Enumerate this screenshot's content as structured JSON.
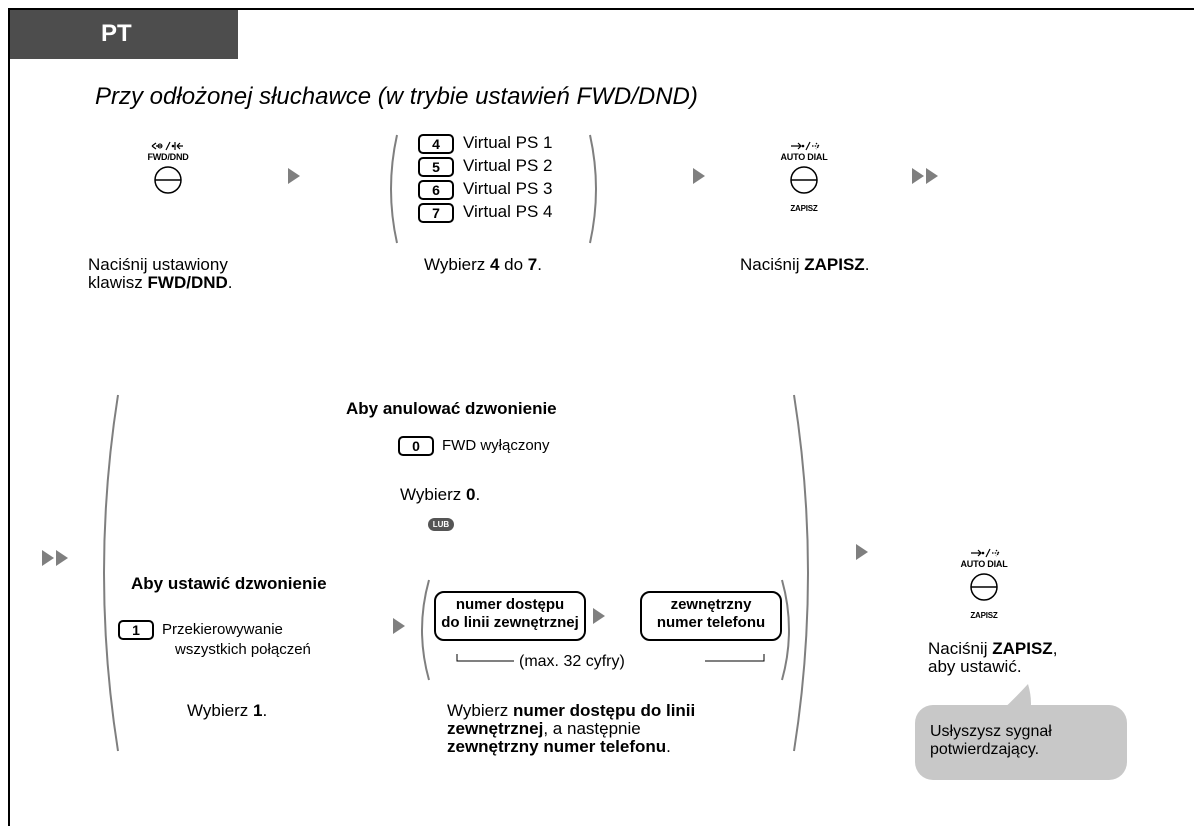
{
  "header": {
    "tab_label": "PT"
  },
  "heading": "Przy odłożonej słuchawce (w trybie ustawień FWD/DND)",
  "step1": {
    "button_icon_label": "FWD/DND",
    "caption_line1": "Naciśnij ustawiony",
    "caption_line2_prefix": "klawisz ",
    "caption_line2_bold": "FWD/DND",
    "caption_line2_suffix": "."
  },
  "step2": {
    "keys": [
      {
        "key": "4",
        "label": "Virtual PS 1"
      },
      {
        "key": "5",
        "label": "Virtual PS 2"
      },
      {
        "key": "6",
        "label": "Virtual PS 3"
      },
      {
        "key": "7",
        "label": "Virtual PS 4"
      }
    ],
    "caption_prefix": "Wybierz ",
    "caption_bold1": "4",
    "caption_mid": " do ",
    "caption_bold2": "7",
    "caption_suffix": "."
  },
  "step3": {
    "button_icon_label": "AUTO DIAL",
    "button_sub_label": "ZAPISZ",
    "caption_prefix": "Naciśnij ",
    "caption_bold": "ZAPISZ",
    "caption_suffix": "."
  },
  "cancel": {
    "title": "Aby anulować dzwonienie",
    "key": "0",
    "key_label": "FWD wyłączony",
    "caption_prefix": "Wybierz ",
    "caption_bold": "0",
    "caption_suffix": ".",
    "or_badge": "LUB"
  },
  "set": {
    "title": "Aby ustawić dzwonienie",
    "key": "1",
    "key_label_line1": "Przekierowywanie",
    "key_label_line2": "wszystkich połączeń",
    "caption_prefix": "Wybierz ",
    "caption_bold": "1",
    "caption_suffix": ".",
    "box1_line1": "numer dostępu",
    "box1_line2": "do linii zewnętrznej",
    "box2_line1": "zewnętrzny",
    "box2_line2": "numer telefonu",
    "max_digits": "(max. 32 cyfry)",
    "caption2_prefix": "Wybierz  ",
    "caption2_bold1": "numer dostępu do linii",
    "caption2_bold2": "zewnętrznej",
    "caption2_mid": ", a następnie",
    "caption2_bold3": "zewnętrzny numer telefonu",
    "caption2_suffix": "."
  },
  "final": {
    "button_icon_label": "AUTO DIAL",
    "button_sub_label": "ZAPISZ",
    "caption_prefix": "Naciśnij ",
    "caption_bold": "ZAPISZ",
    "caption_suffix": ",",
    "caption_line2": "aby ustawić.",
    "bubble_line1": "Usłyszysz sygnał",
    "bubble_line2": "potwierdzający."
  }
}
